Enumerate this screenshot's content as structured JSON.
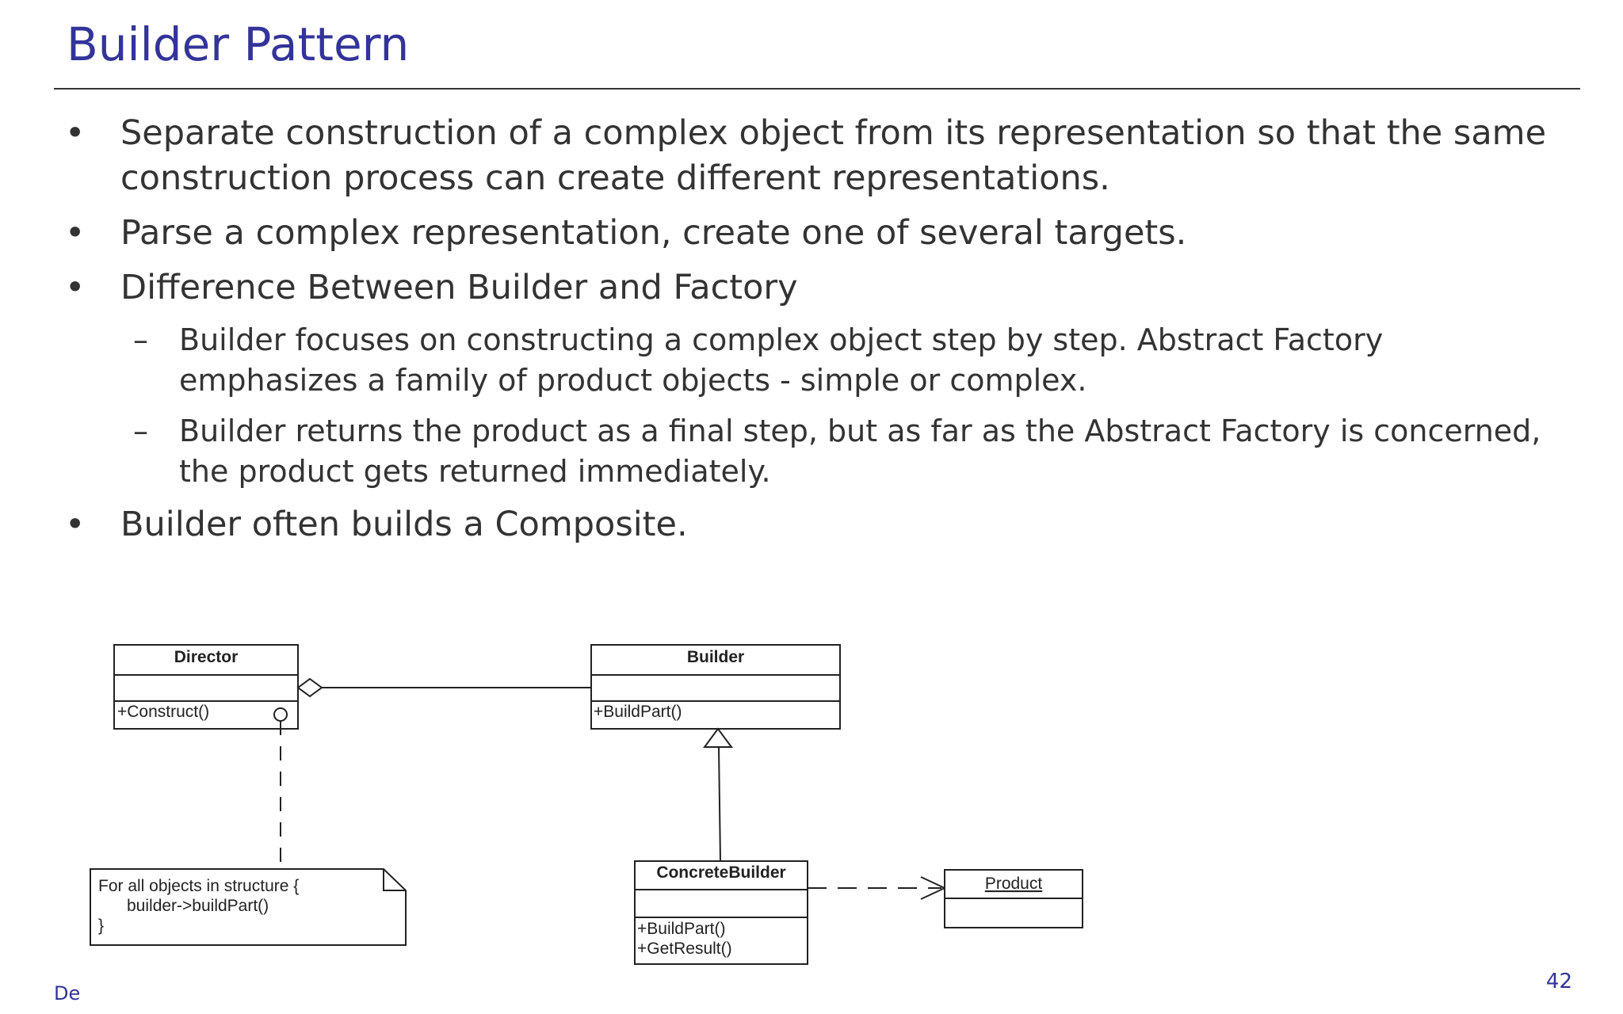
{
  "slide": {
    "title": "Builder Pattern",
    "bullets": [
      {
        "text": "Separate construction of a complex object from its representation so that the same construction process can create different representations."
      },
      {
        "text": "Parse a complex representation, create one of several targets."
      },
      {
        "text": "Difference Between Builder and Factory"
      },
      {
        "text": "Builder often builds a Composite."
      }
    ],
    "sub_bullets": [
      {
        "text": "Builder focuses on constructing a complex object step by step. Abstract Factory emphasizes a family of product objects - simple or complex."
      },
      {
        "text": "Builder returns the product as a final step, but as far as the Abstract Factory is concerned, the product gets returned immediately."
      }
    ],
    "bullet_marker": "•",
    "sub_bullet_marker": "–",
    "footer_left": "De",
    "page_number": "42"
  },
  "diagram": {
    "director": {
      "name": "Director",
      "method": "+Construct()"
    },
    "builder": {
      "name": "Builder",
      "method": "+BuildPart()"
    },
    "concrete_builder": {
      "name": "ConcreteBuilder",
      "method1": "+BuildPart()",
      "method2": "+GetResult()"
    },
    "product": {
      "name": "Product"
    },
    "note": {
      "line1": "For all objects in structure {",
      "line2": "builder->buildPart()",
      "line3": "}"
    }
  },
  "colors": {
    "title": "#33339a",
    "text": "#333333",
    "diagram_line": "#222222"
  }
}
